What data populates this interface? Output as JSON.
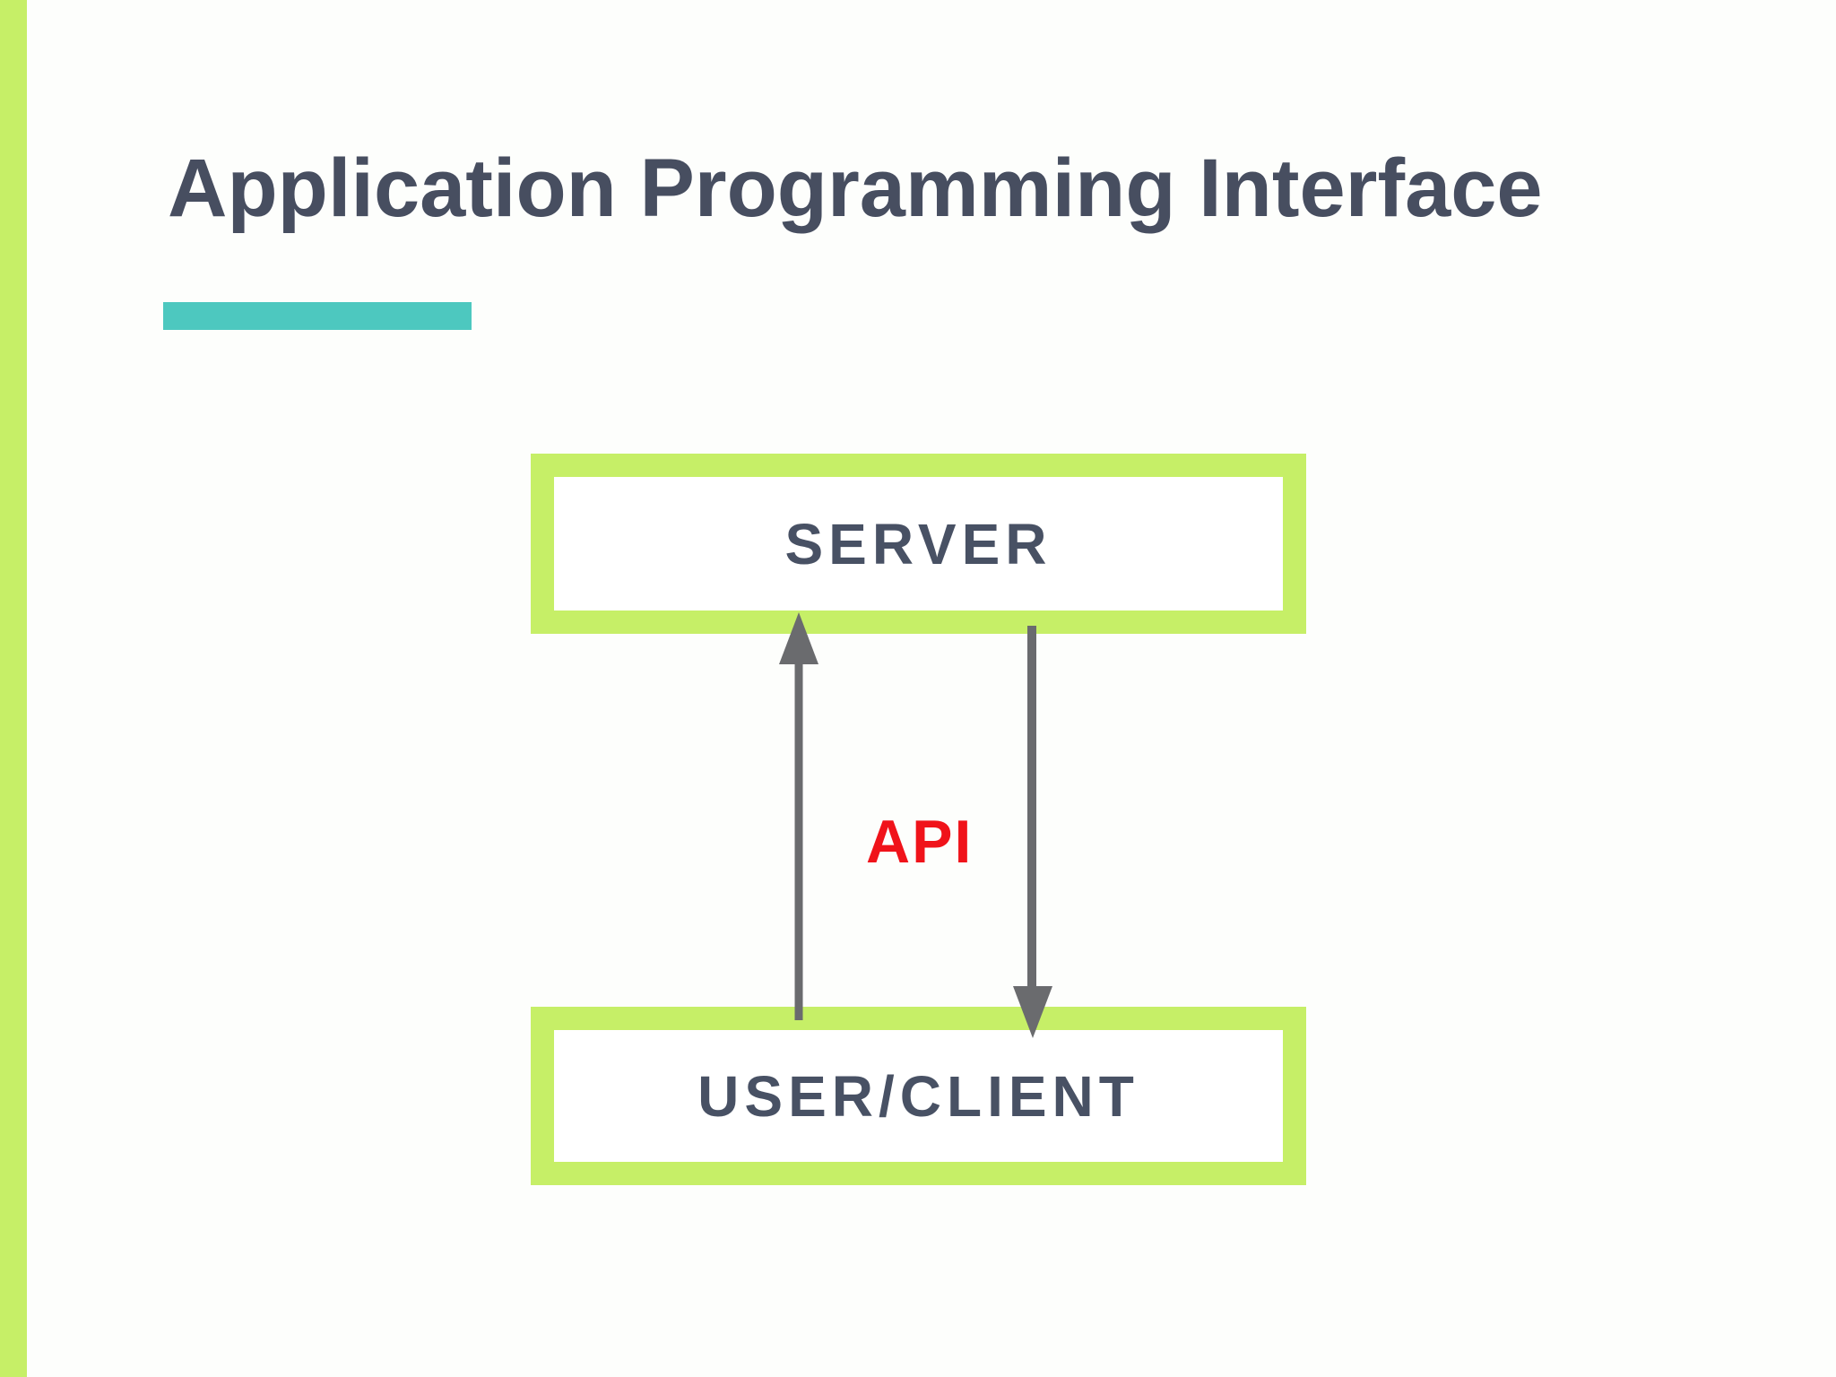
{
  "page": {
    "title": "Application Programming Interface"
  },
  "diagram": {
    "server_box": {
      "label": "SERVER"
    },
    "client_box": {
      "label": "USER/CLIENT"
    },
    "api_label": "API",
    "arrows": [
      {
        "name": "client-to-server",
        "direction": "up"
      },
      {
        "name": "server-to-client",
        "direction": "down"
      }
    ]
  },
  "colors": {
    "background": "#fdfefc",
    "accent_green": "#c6ef67",
    "accent_teal": "#4dc8bf",
    "title_text": "#474e60",
    "box_text": "#485164",
    "arrow_gray": "#6a6b6e",
    "api_red": "#f0131a"
  }
}
